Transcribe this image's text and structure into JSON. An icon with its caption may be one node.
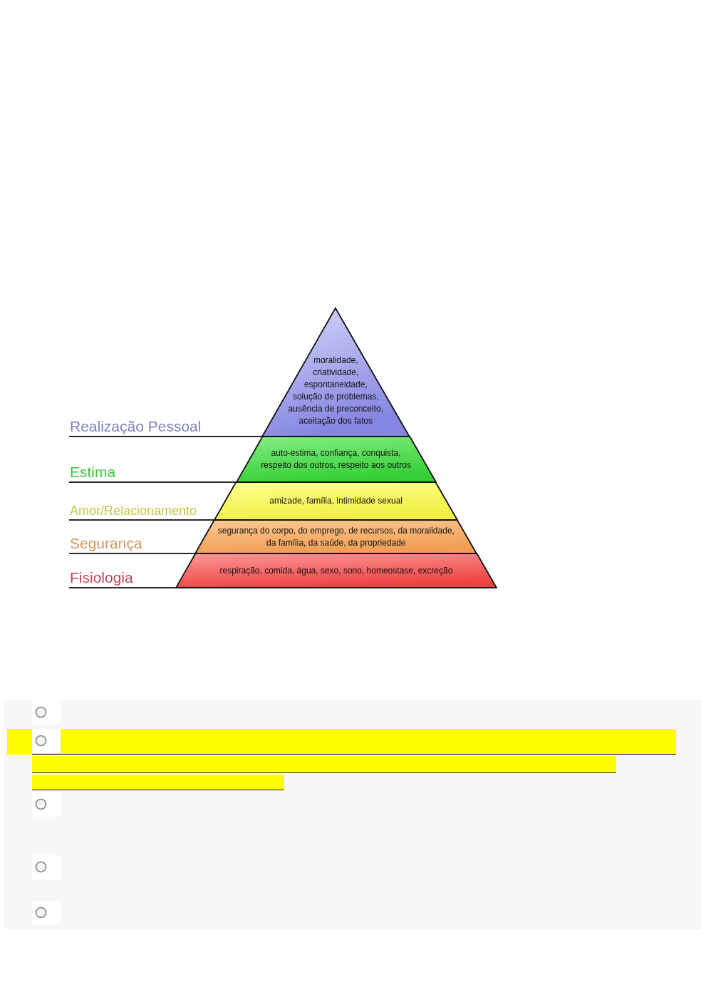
{
  "diagram": {
    "nodes": [
      {
        "text": [
          "moralidade, criatividade, espontaneidade, solução de problemas, ausência de preconceito, aceitação dos fatos"
        ]
      },
      {
        "text": [
          "auto-estima, confiança, conquista, respeito dos outros, respeito aos outros"
        ]
      },
      {
        "text": [
          "amizade, família, intimidade sexual"
        ]
      },
      {
        "text": [
          "segurança do corpo, do emprego, de recursos, da moralidade, da família, da saúde, da propriedade"
        ]
      },
      {
        "text": [
          "respiração, comida, água, sexo, sono, homeostase, excreção"
        ]
      }
    ],
    "labels": [
      "Realização Pessoal",
      "Estima",
      "Amor/Relacionamento",
      "Segurança",
      "Fisiologia"
    ]
  }
}
